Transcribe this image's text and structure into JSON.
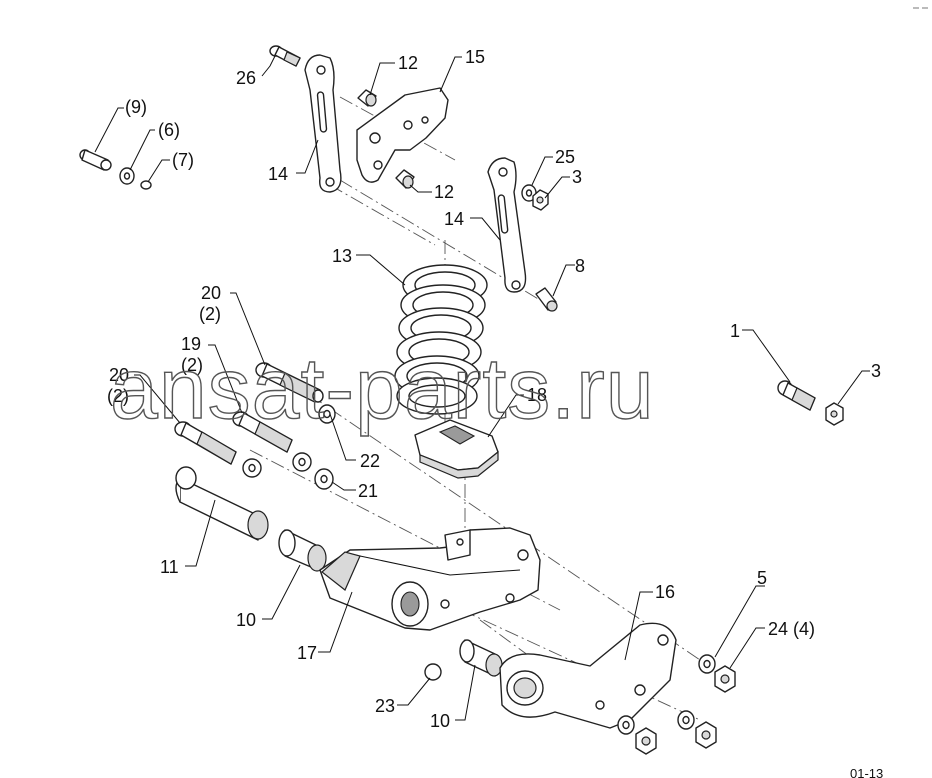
{
  "watermark": "ansat-parts.ru",
  "corner_code": "01-13",
  "callouts": [
    {
      "id": "c26",
      "text": "26"
    },
    {
      "id": "c12a",
      "text": "12"
    },
    {
      "id": "c15",
      "text": "15"
    },
    {
      "id": "c9",
      "text": "(9)"
    },
    {
      "id": "c6",
      "text": "(6)"
    },
    {
      "id": "c7",
      "text": "(7)"
    },
    {
      "id": "c14a",
      "text": "14"
    },
    {
      "id": "c12b",
      "text": "12"
    },
    {
      "id": "c25",
      "text": "25"
    },
    {
      "id": "c3a",
      "text": "3"
    },
    {
      "id": "c14b",
      "text": "14"
    },
    {
      "id": "c13",
      "text": "13"
    },
    {
      "id": "c8",
      "text": "8"
    },
    {
      "id": "c20a",
      "text": "20"
    },
    {
      "id": "c20a_qty",
      "text": "(2)"
    },
    {
      "id": "c19",
      "text": "19"
    },
    {
      "id": "c19_qty",
      "text": "(2)"
    },
    {
      "id": "c20b",
      "text": "20"
    },
    {
      "id": "c20b_qty",
      "text": "(2)"
    },
    {
      "id": "c1",
      "text": "1"
    },
    {
      "id": "c3b",
      "text": "3"
    },
    {
      "id": "c18",
      "text": "18"
    },
    {
      "id": "c22",
      "text": "22"
    },
    {
      "id": "c21",
      "text": "21"
    },
    {
      "id": "c11",
      "text": "11"
    },
    {
      "id": "c16",
      "text": "16"
    },
    {
      "id": "c5",
      "text": "5"
    },
    {
      "id": "c24",
      "text": "24 (4)"
    },
    {
      "id": "c10a",
      "text": "10"
    },
    {
      "id": "c17",
      "text": "17"
    },
    {
      "id": "c23",
      "text": "23"
    },
    {
      "id": "c10b",
      "text": "10"
    }
  ]
}
